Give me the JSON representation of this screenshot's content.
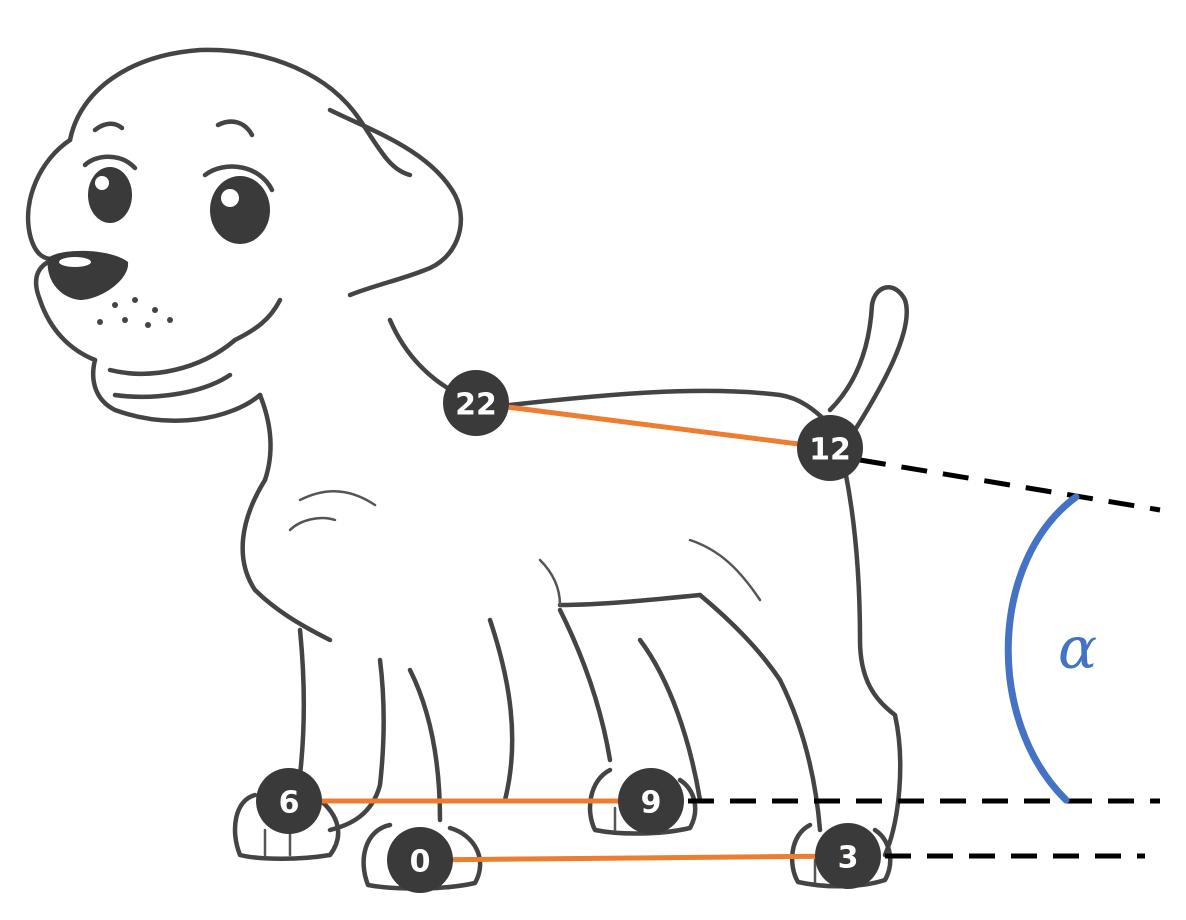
{
  "keypoints": [
    {
      "id": "kp-22",
      "label": "22"
    },
    {
      "id": "kp-12",
      "label": "12"
    },
    {
      "id": "kp-6",
      "label": "6"
    },
    {
      "id": "kp-9",
      "label": "9"
    },
    {
      "id": "kp-0",
      "label": "0"
    },
    {
      "id": "kp-3",
      "label": "3"
    }
  ],
  "angle_symbol": "α",
  "colors": {
    "keypoint_fill": "#3a3a3a",
    "connection_line": "#ed7d31",
    "angle_arc": "#4472c4",
    "reference_line": "#000000",
    "dog_outline": "#444444"
  }
}
